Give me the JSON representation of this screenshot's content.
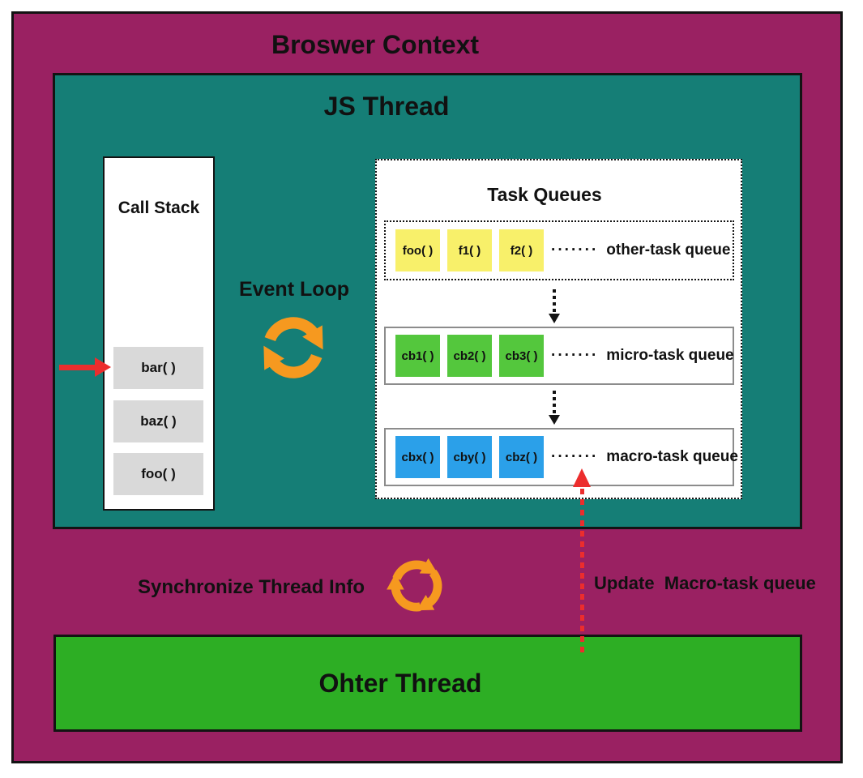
{
  "browser_context": {
    "title": "Broswer Context"
  },
  "js_thread": {
    "title": "JS Thread"
  },
  "call_stack": {
    "title": "Call Stack",
    "frames": [
      "bar( )",
      "baz( )",
      "foo( )"
    ]
  },
  "event_loop": {
    "label": "Event Loop"
  },
  "task_queues": {
    "title": "Task Queues",
    "queues": [
      {
        "items": [
          "foo( )",
          "f1( )",
          "f2( )"
        ],
        "dots": "·······",
        "name": "other-task queue",
        "item_color": "#F8F06A",
        "border_style": "dotted"
      },
      {
        "items": [
          "cb1( )",
          "cb2( )",
          "cb3( )"
        ],
        "dots": "·······",
        "name": "micro-task queue",
        "item_color": "#54C73D",
        "border_style": "solid"
      },
      {
        "items": [
          "cbx( )",
          "cby( )",
          "cbz( )"
        ],
        "dots": "·······",
        "name": "macro-task queue",
        "item_color": "#2BA0E9",
        "border_style": "solid"
      }
    ]
  },
  "sync": {
    "label": "Synchronize Thread Info"
  },
  "update": {
    "label": "Update  Macro-task queue"
  },
  "other_thread": {
    "title": "Ohter Thread"
  },
  "icons": {
    "event_loop": "cycle-two-arrows-icon",
    "sync": "cycle-three-arrows-icon",
    "stack_pointer": "red-right-arrow-icon",
    "queue_flow": "dotted-down-arrow-icon",
    "update_flow": "red-dotted-up-arrow-icon"
  },
  "colors": {
    "browser_context_bg": "#9A2162",
    "js_thread_bg": "#157E76",
    "other_thread_bg": "#2DAE24",
    "queue_yellow": "#F8F06A",
    "queue_green": "#54C73D",
    "queue_blue": "#2BA0E9",
    "stack_frame_bg": "#D9D9D9",
    "accent_orange": "#F6991F",
    "arrow_red": "#EC2D2D"
  }
}
